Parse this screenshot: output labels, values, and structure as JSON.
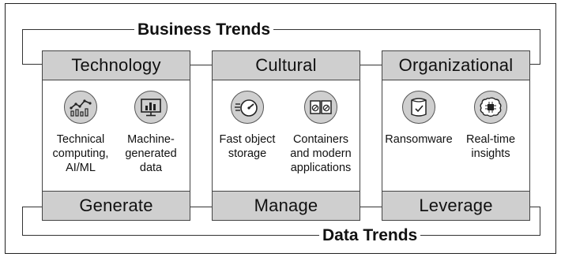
{
  "top_trend": {
    "title": "Business Trends"
  },
  "bottom_trend": {
    "title": "Data Trends"
  },
  "panels": [
    {
      "header": "Technology",
      "footer": "Generate",
      "items": [
        {
          "icon": "line-chart-icon",
          "label_lines": [
            "Technical",
            "computing,",
            "AI/ML"
          ]
        },
        {
          "icon": "monitor-bar-chart-icon",
          "label_lines": [
            "Machine-",
            "generated",
            "data"
          ]
        }
      ]
    },
    {
      "header": "Cultural",
      "footer": "Manage",
      "items": [
        {
          "icon": "speedometer-icon",
          "label_lines": [
            "Fast object",
            "storage"
          ]
        },
        {
          "icon": "containers-icon",
          "label_lines": [
            "Containers",
            "and modern",
            "applications"
          ]
        }
      ]
    },
    {
      "header": "Organizational",
      "footer": "Leverage",
      "items": [
        {
          "icon": "secure-storage-icon",
          "label_lines": [
            "Ransomware"
          ]
        },
        {
          "icon": "brain-chip-icon",
          "label_lines": [
            "Real-time",
            "insights"
          ]
        }
      ]
    }
  ]
}
